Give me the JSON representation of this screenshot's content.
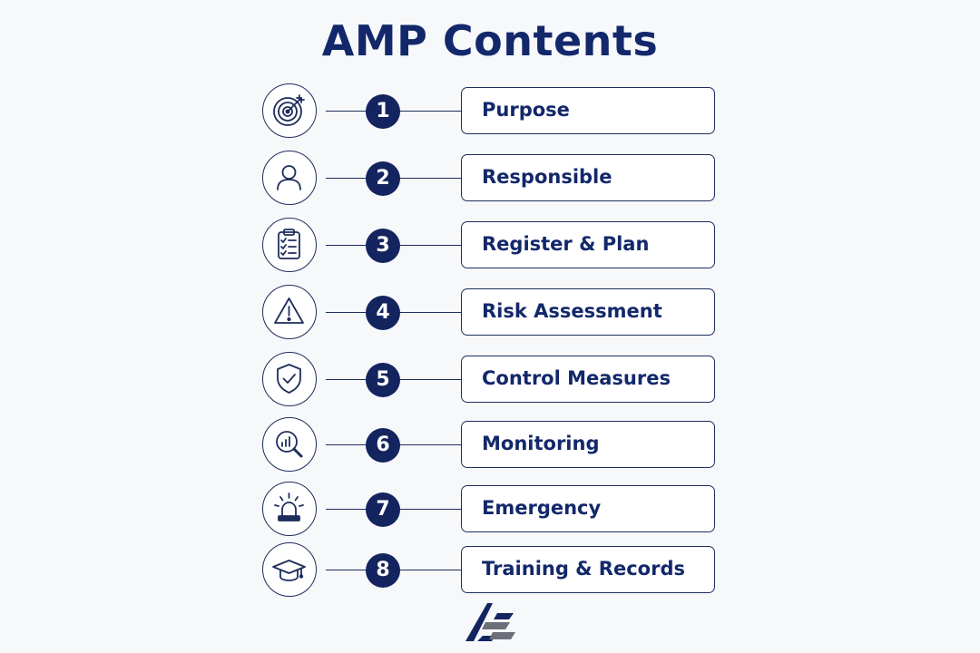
{
  "title": "AMP Contents",
  "colors": {
    "navy": "#13245f",
    "text": "#13286b",
    "background": "#f7f8fa",
    "logo_gray": "#6b6f78"
  },
  "items": [
    {
      "number": "1",
      "label": "Purpose",
      "icon": "target-icon"
    },
    {
      "number": "2",
      "label": "Responsible",
      "icon": "person-icon"
    },
    {
      "number": "3",
      "label": "Register & Plan",
      "icon": "clipboard-checklist-icon"
    },
    {
      "number": "4",
      "label": "Risk Assessment",
      "icon": "warning-triangle-icon"
    },
    {
      "number": "5",
      "label": "Control Measures",
      "icon": "shield-check-icon"
    },
    {
      "number": "6",
      "label": "Monitoring",
      "icon": "magnifier-chart-icon"
    },
    {
      "number": "7",
      "label": "Emergency",
      "icon": "siren-icon"
    },
    {
      "number": "8",
      "label": "Training & Records",
      "icon": "graduation-cap-icon"
    }
  ],
  "logo": {
    "icon": "company-logo-icon"
  }
}
